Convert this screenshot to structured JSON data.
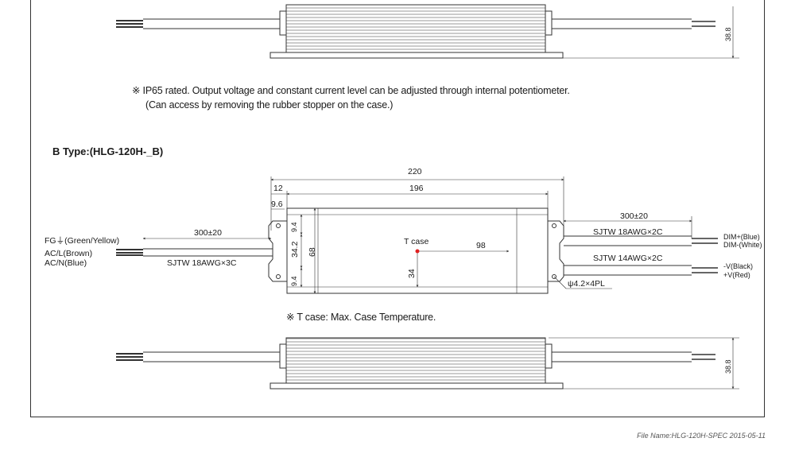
{
  "notes": {
    "ip65_line1": "※ IP65 rated. Output voltage and constant current level can be adjusted through internal potentiometer.",
    "ip65_line2": "(Can access by removing the rubber stopper on the case.)",
    "tcase_note": "※ T case: Max. Case Temperature."
  },
  "b_type": {
    "title": "B Type:(HLG-120H-_B)",
    "dim_220": "220",
    "dim_196": "196",
    "dim_12": "12",
    "dim_9_6": "9.6",
    "dim_9_4_top": "9.4",
    "dim_34_2": "34.2",
    "dim_68": "68",
    "dim_9_4_bottom": "9.4",
    "dim_98": "98",
    "dim_34": "34",
    "tcase_label": "T case",
    "input_length": "300±20",
    "input_cable": "SJTW 18AWG×3C",
    "fg": "FG⏚(Green/Yellow)",
    "acl": "AC/L(Brown)",
    "acn": "AC/N(Blue)",
    "output_length": "300±20",
    "dim_cable": "SJTW 18AWG×2C",
    "out_cable": "SJTW 14AWG×2C",
    "dim_plus": "DIM+(Blue)",
    "dim_minus": "DIM-(White)",
    "v_minus": "-V(Black)",
    "v_plus": "+V(Red)",
    "hole": "ψ4.2×4PL"
  },
  "side_views": {
    "height_top": "38.8",
    "height_bottom": "38.8"
  },
  "footer": "File Name:HLG-120H-SPEC  2015-05-11",
  "colors": {
    "line": "#333333",
    "tcase_dot": "#e02020"
  }
}
